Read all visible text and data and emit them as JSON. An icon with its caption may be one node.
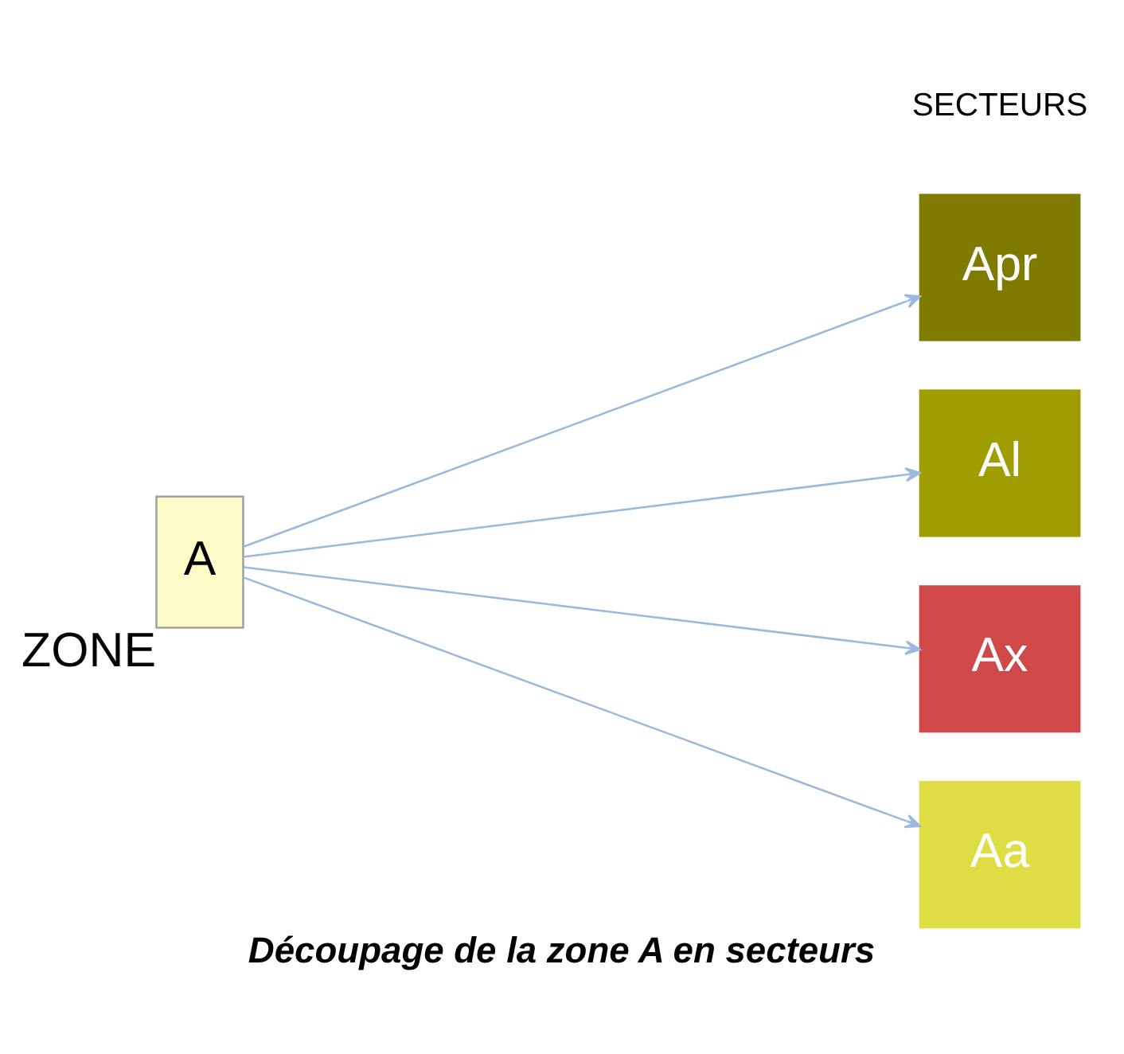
{
  "diagram": {
    "caption": "Découpage de la zone A en secteurs",
    "nodes": [
      {
        "text": [
          "A"
        ],
        "beside": [
          "ZONE"
        ]
      },
      {
        "text": [
          "Apr"
        ]
      },
      {
        "text": [
          "Al"
        ]
      },
      {
        "text": [
          "Ax"
        ]
      },
      {
        "text": [
          "Aa"
        ]
      }
    ],
    "edges": [
      {
        "from": 0,
        "to": 1,
        "arrow": "to"
      },
      {
        "from": 0,
        "to": 2,
        "arrow": "to"
      },
      {
        "from": 0,
        "to": 3,
        "arrow": "to"
      },
      {
        "from": 0,
        "to": 4,
        "arrow": "to"
      }
    ],
    "labels": [
      "SECTEURS"
    ]
  }
}
